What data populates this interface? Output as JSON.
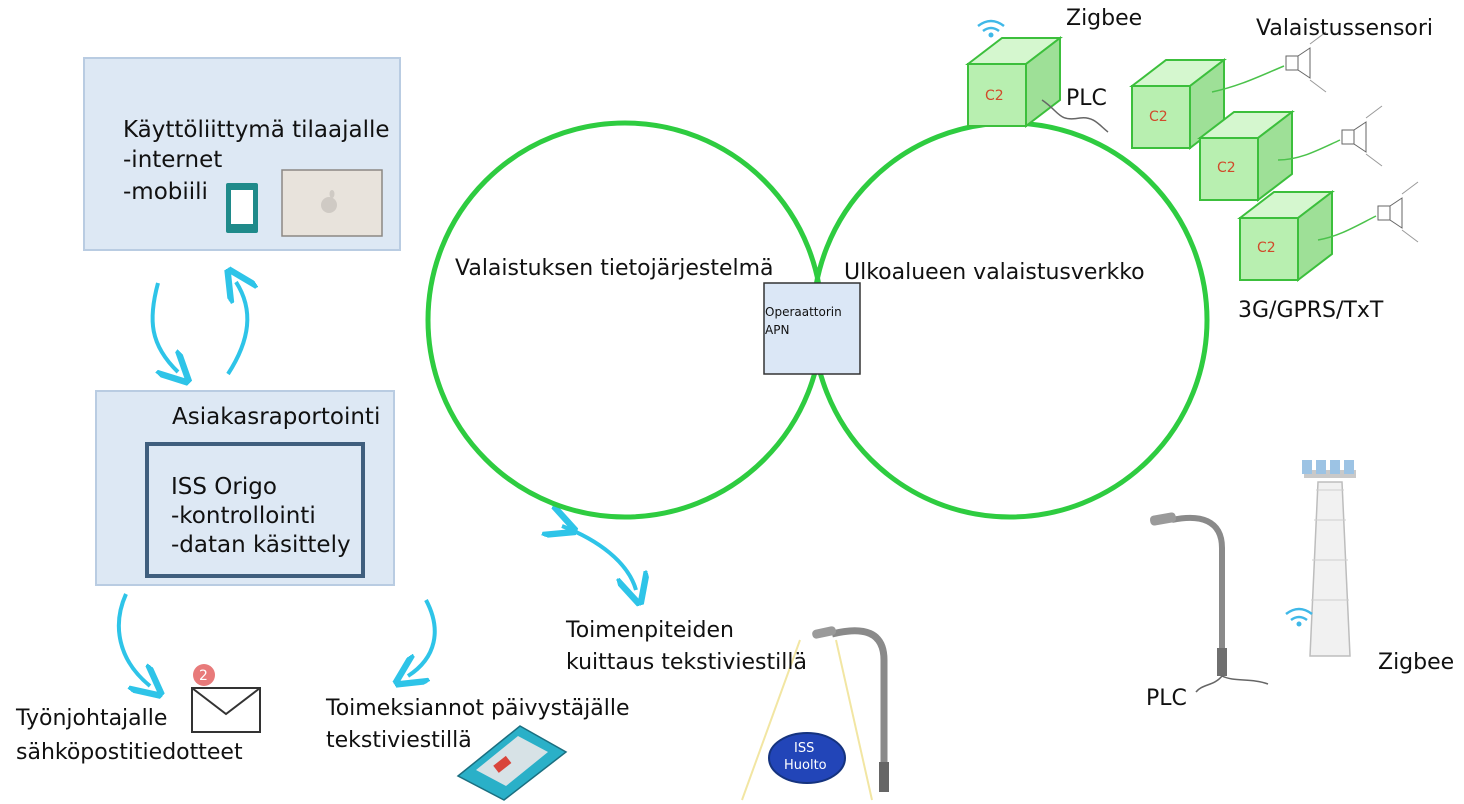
{
  "ui_box": {
    "title": "Käyttöliittymä tilaajalle",
    "line1": "-internet",
    "line2": "-mobiili"
  },
  "report_box": {
    "title": "Asiakasraportointi",
    "inner_title": "ISS Origo",
    "inner_line1": "-kontrollointi",
    "inner_line2": "-datan käsittely"
  },
  "circles": {
    "left_label": "Valaistuksen tietojärjestelmä",
    "right_label": "Ulkoalueen valaistusverkko",
    "apn_line1": "Operaattorin",
    "apn_line2": "APN"
  },
  "labels": {
    "foreman_line1": "Työnjohtajalle",
    "foreman_line2": "sähköpostitiedotteet",
    "orders_line1": "Toimeksiannot päivystäjälle",
    "orders_line2": "tekstiviestillä",
    "ack_line1": "Toimenpiteiden",
    "ack_line2": "kuittaus tekstiviestillä",
    "zigbee_top": "Zigbee",
    "plc_top": "PLC",
    "sensor": "Valaistussensori",
    "network": "3G/GPRS/TxT",
    "plc_bottom": "PLC",
    "zigbee_bottom": "Zigbee"
  },
  "device_labels": {
    "c2": "C2",
    "iss_line1": "ISS",
    "iss_line2": "Huolto",
    "mail_badge": "2"
  },
  "colors": {
    "circle": "#2ecc40",
    "arrow": "#2ec4e8",
    "box_fill": "#dde8f4",
    "box_border": "#b9cce2",
    "inner_border": "#3f5e7d",
    "cube_fill": "#b8efb0",
    "cube_stroke": "#3cbf3c",
    "wifi": "#3fb8e8"
  }
}
